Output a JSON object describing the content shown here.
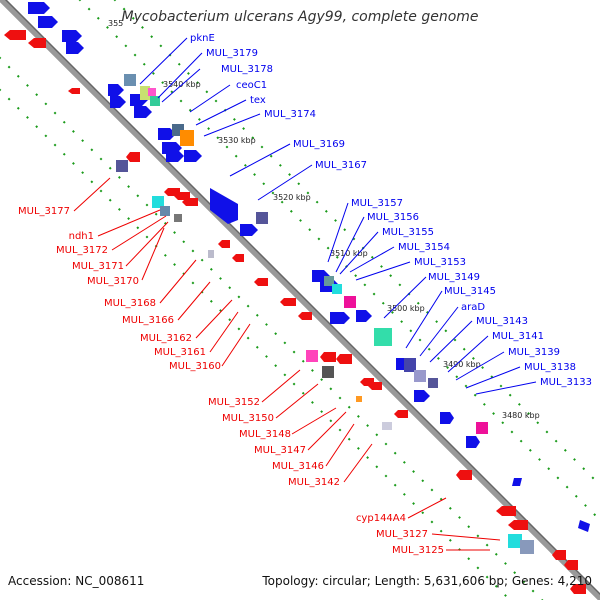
{
  "title": "Mycobacterium ulcerans Agy99, complete genome",
  "footer": {
    "accession": "Accession: NC_008611",
    "summary": "Topology: circular; Length: 5,631,606 bp; Genes: 4,210"
  },
  "colors": {
    "forward": "#0000ee",
    "reverse": "#ee0000",
    "genome_line": "#888888",
    "tick": "#228b22"
  },
  "ticks": [
    "355",
    "3540 kbp",
    "3530 kbp",
    "3520 kbp",
    "3510 kbp",
    "3500 kbp",
    "3490 kbp",
    "3480 kbp"
  ],
  "forward_labels": [
    "pknE",
    "MUL_3179",
    "MUL_3178",
    "ceoC1",
    "tex",
    "MUL_3174",
    "MUL_3169",
    "MUL_3167",
    "MUL_3157",
    "MUL_3156",
    "MUL_3155",
    "MUL_3154",
    "MUL_3153",
    "MUL_3149",
    "MUL_3145",
    "araD",
    "MUL_3143",
    "MUL_3141",
    "MUL_3139",
    "MUL_3138",
    "MUL_3133"
  ],
  "reverse_labels": [
    "MUL_3177",
    "ndh1",
    "MUL_3172",
    "MUL_3171",
    "MUL_3170",
    "MUL_3168",
    "MUL_3166",
    "MUL_3162",
    "MUL_3161",
    "MUL_3160",
    "MUL_3152",
    "MUL_3150",
    "MUL_3148",
    "MUL_3147",
    "MUL_3146",
    "MUL_3142",
    "cyp144A4",
    "MUL_3127",
    "MUL_3125"
  ]
}
